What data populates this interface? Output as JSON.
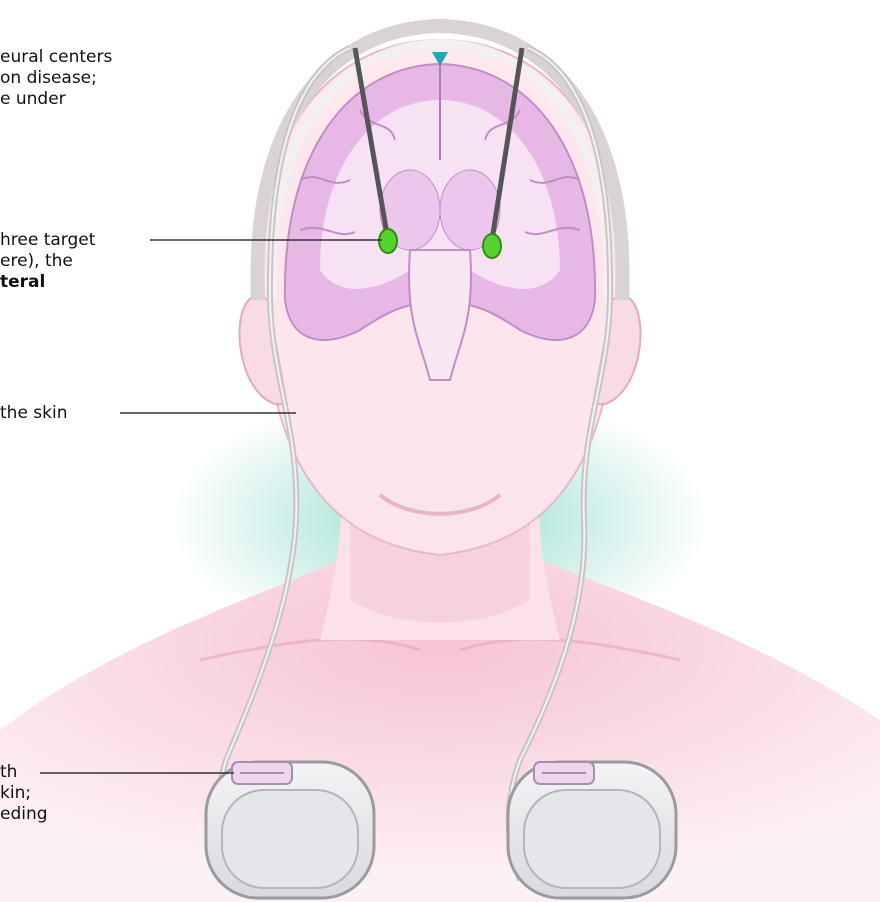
{
  "callouts": {
    "top": {
      "line1": "eural centers",
      "line2": "on disease;",
      "line3": "e under"
    },
    "target": {
      "line1": "hree target",
      "line2": "ere), the",
      "line3_bold": "teral"
    },
    "skin": {
      "line1": "the skin"
    },
    "pulse": {
      "line1": "th",
      "line2": "kin;",
      "line3": "eding"
    }
  },
  "colors": {
    "skin": "#fbe9ee",
    "skin_shadow": "#f2c6d3",
    "brain_tissue": "#e7b8e6",
    "brain_light": "#f6e2f3",
    "electrode_tip": "#58d22c",
    "ventricle": "#22a7b8",
    "device": "#e6e6ea",
    "leader_line": "#333333"
  },
  "icons": {
    "left_stimulator": "pulse-generator-icon",
    "right_stimulator": "pulse-generator-icon"
  }
}
